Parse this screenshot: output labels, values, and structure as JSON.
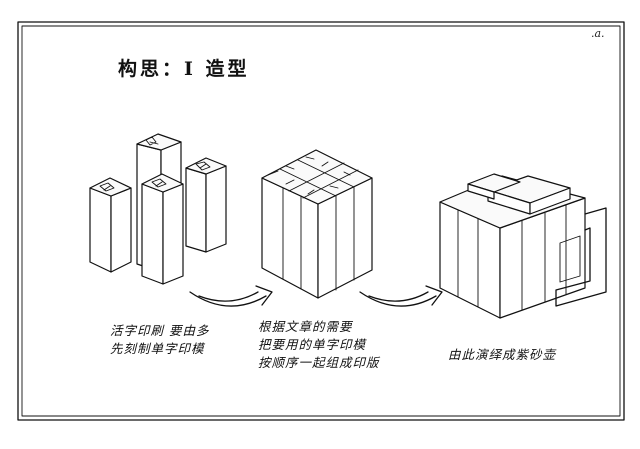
{
  "page_mark": ".a.",
  "title": "构思：Ⅰ 造型",
  "captions": {
    "left": [
      "活字印刷 要由多",
      "先刻制单字印模"
    ],
    "middle": [
      "根据文章的需要",
      "把要用的单字印模",
      "按顺序一起组成印版"
    ],
    "right": "由此演绎成紫砂壶"
  },
  "colors": {
    "ink": "#111111",
    "paper": "#ffffff"
  }
}
